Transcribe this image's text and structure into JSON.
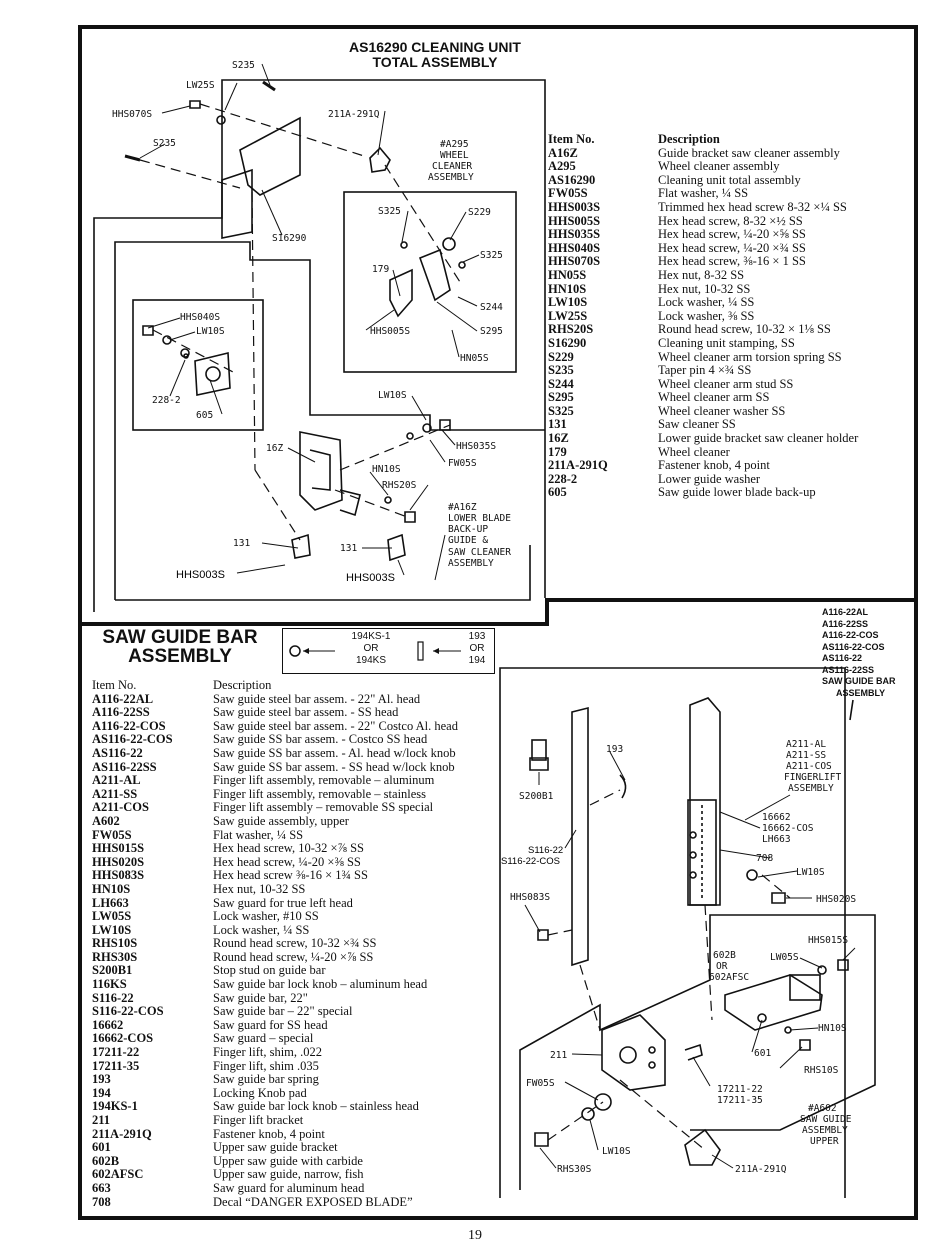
{
  "cleaning_unit": {
    "title_line1": "AS16290 CLEANING UNIT",
    "title_line2": "TOTAL ASSEMBLY",
    "header_item": "Item No.",
    "header_desc": "Description",
    "parts": [
      {
        "item": "A16Z",
        "desc": "Guide bracket saw cleaner assembly"
      },
      {
        "item": "A295",
        "desc": "Wheel cleaner assembly"
      },
      {
        "item": "AS16290",
        "desc": "Cleaning unit total assembly"
      },
      {
        "item": "FW05S",
        "desc": "Flat washer, ¼ SS"
      },
      {
        "item": "HHS003S",
        "desc": "Trimmed hex head screw 8-32 ×¼ SS"
      },
      {
        "item": "HHS005S",
        "desc": "Hex head screw, 8-32 ×½ SS"
      },
      {
        "item": "HHS035S",
        "desc": "Hex head screw, ¼-20 ×⅝ SS"
      },
      {
        "item": "HHS040S",
        "desc": "Hex head screw, ¼-20 ×¾ SS"
      },
      {
        "item": "HHS070S",
        "desc": "Hex head screw, ⅜-16 × 1 SS"
      },
      {
        "item": "HN05S",
        "desc": "Hex nut, 8-32 SS"
      },
      {
        "item": "HN10S",
        "desc": "Hex nut, 10-32 SS"
      },
      {
        "item": "LW10S",
        "desc": "Lock washer, ¼ SS"
      },
      {
        "item": "LW25S",
        "desc": "Lock washer, ⅜ SS"
      },
      {
        "item": "RHS20S",
        "desc": "Round head screw, 10-32 × 1⅛ SS"
      },
      {
        "item": "S16290",
        "desc": "Cleaning unit stamping, SS"
      },
      {
        "item": "S229",
        "desc": "Wheel cleaner arm torsion spring SS"
      },
      {
        "item": "S235",
        "desc": "Taper pin 4 ×¾ SS"
      },
      {
        "item": "S244",
        "desc": "Wheel cleaner arm stud SS"
      },
      {
        "item": "S295",
        "desc": "Wheel cleaner arm SS"
      },
      {
        "item": "S325",
        "desc": "Wheel cleaner washer SS"
      },
      {
        "item": "131",
        "desc": "Saw cleaner SS"
      },
      {
        "item": "16Z",
        "desc": "Lower guide bracket saw cleaner holder"
      },
      {
        "item": "179",
        "desc": "Wheel cleaner"
      },
      {
        "item": "211A-291Q",
        "desc": "Fastener knob, 4 point"
      },
      {
        "item": "228-2",
        "desc": "Lower guide washer"
      },
      {
        "item": "605",
        "desc": "Saw guide lower blade back-up"
      }
    ],
    "diagram_labels": {
      "s235_top": "S235",
      "lw25s": "LW25S",
      "hhs070s": "HHS070S",
      "s235_left": "S235",
      "knob": "211A-291Q",
      "wheel1": "#A295",
      "wheel2": "WHEEL",
      "wheel3": "CLEANER",
      "wheel4": "ASSEMBLY",
      "s16290": "S16290",
      "s325a": "S325",
      "s229": "S229",
      "s325b": "S325",
      "n179": "179",
      "s244": "S244",
      "hhs005s": "HHS005S",
      "s295": "S295",
      "hn05s": "HN05S",
      "hhs040s": "HHS040S",
      "lw10s_a": "LW10S",
      "n228": "228-2",
      "n605": "605",
      "lw10s_b": "LW10S",
      "hhs035s": "HHS035S",
      "fw05s": "FW05S",
      "n16z": "16Z",
      "hn10s": "HN10S",
      "rhs20s": "RHS20S",
      "a16z1": "#A16Z",
      "a16z2": "LOWER BLADE",
      "a16z3": "BACK-UP",
      "a16z4": "GUIDE &",
      "a16z5": "SAW CLEANER",
      "a16z6": "ASSEMBLY",
      "n131a": "131",
      "n131b": "131",
      "hhs003s_a": "HHS003S",
      "hhs003s_b": "HHS003S"
    }
  },
  "saw_guide": {
    "title_line1": "SAW GUIDE BAR",
    "title_line2": "ASSEMBLY",
    "legend": {
      "left_top": "194KS-1",
      "left_mid": "OR",
      "left_bot": "194KS",
      "right_top": "193",
      "right_mid": "OR",
      "right_bot": "194"
    },
    "header_item": "Item No.",
    "header_desc": "Description",
    "parts": [
      {
        "item": "A116-22AL",
        "desc": "Saw guide steel bar assem. - 22\" Al. head"
      },
      {
        "item": "A116-22SS",
        "desc": "Saw guide steel bar assem. - SS head"
      },
      {
        "item": "A116-22-COS",
        "desc": "Saw guide steel bar assem. - 22\" Costco Al. head"
      },
      {
        "item": "AS116-22-COS",
        "desc": "Saw guide SS bar assem. - Costco SS head"
      },
      {
        "item": "AS116-22",
        "desc": "Saw guide SS bar assem. - Al. head w/lock knob"
      },
      {
        "item": "AS116-22SS",
        "desc": "Saw guide SS bar assem. - SS head w/lock knob"
      },
      {
        "item": "A211-AL",
        "desc": "Finger lift assembly, removable – aluminum"
      },
      {
        "item": "A211-SS",
        "desc": "Finger lift assembly, removable – stainless"
      },
      {
        "item": "A211-COS",
        "desc": "Finger lift assembly – removable SS special"
      },
      {
        "item": "A602",
        "desc": "Saw guide assembly, upper"
      },
      {
        "item": "FW05S",
        "desc": "Flat washer, ¼ SS"
      },
      {
        "item": "HHS015S",
        "desc": "Hex head screw, 10-32 ×⅞ SS"
      },
      {
        "item": "HHS020S",
        "desc": "Hex head screw, ¼-20 ×⅜ SS"
      },
      {
        "item": "HHS083S",
        "desc": "Hex head screw ⅜-16 × 1¾ SS"
      },
      {
        "item": "HN10S",
        "desc": "Hex nut, 10-32 SS"
      },
      {
        "item": "LH663",
        "desc": "Saw guard for true left head"
      },
      {
        "item": "LW05S",
        "desc": "Lock washer, #10 SS"
      },
      {
        "item": "LW10S",
        "desc": "Lock washer, ¼ SS"
      },
      {
        "item": "RHS10S",
        "desc": "Round head screw, 10-32 ×¾ SS"
      },
      {
        "item": "RHS30S",
        "desc": "Round head screw, ¼-20 ×⅞ SS"
      },
      {
        "item": "S200B1",
        "desc": "Stop stud on guide bar"
      },
      {
        "item": "116KS",
        "desc": "Saw guide bar lock knob – aluminum head"
      },
      {
        "item": "S116-22",
        "desc": "Saw guide bar, 22\""
      },
      {
        "item": "S116-22-COS",
        "desc": "Saw guide bar – 22\" special"
      },
      {
        "item": "16662",
        "desc": "Saw guard for SS head"
      },
      {
        "item": "16662-COS",
        "desc": "Saw guard – special"
      },
      {
        "item": "17211-22",
        "desc": "Finger lift, shim, .022"
      },
      {
        "item": "17211-35",
        "desc": "Finger lift, shim .035"
      },
      {
        "item": "193",
        "desc": "Saw guide bar spring"
      },
      {
        "item": "194",
        "desc": "Locking Knob pad"
      },
      {
        "item": "194KS-1",
        "desc": "Saw guide bar lock knob – stainless head"
      },
      {
        "item": "211",
        "desc": "Finger lift bracket"
      },
      {
        "item": "211A-291Q",
        "desc": "Fastener knob, 4 point"
      },
      {
        "item": "601",
        "desc": "Upper saw guide bracket"
      },
      {
        "item": "602B",
        "desc": "Upper saw guide with carbide"
      },
      {
        "item": "602AFSC",
        "desc": "Upper saw guide, narrow, fish"
      },
      {
        "item": "663",
        "desc": "Saw guard for aluminum head"
      },
      {
        "item": "708",
        "desc": "Decal “DANGER EXPOSED BLADE”"
      }
    ],
    "assembly_codes": [
      "A116-22AL",
      "A116-22SS",
      "A116-22-COS",
      "AS116-22-COS",
      "AS116-22",
      "AS116-22SS",
      "SAW GUIDE BAR",
      "ASSEMBLY"
    ],
    "diagram_labels": {
      "n193": "193",
      "s200b1": "S200B1",
      "a211a": "A211-AL",
      "a211b": "A211-SS",
      "a211c": "A211-COS",
      "a211d": "FINGERLIFT",
      "a211e": "ASSEMBLY",
      "n16662": "16662",
      "n16662c": "16662-COS",
      "lh663": "LH663",
      "s116": "S116-22",
      "s116c": "S116-22-COS",
      "n708": "708",
      "lw10s": "LW10S",
      "hhs083s": "HHS083S",
      "hhs020s": "HHS020S",
      "hhs015s": "HHS015S",
      "lw05s": "LW05S",
      "n602b": "602B",
      "or1": "OR",
      "n602afsc": "602AFSC",
      "hn10s": "HN10S",
      "n601": "601",
      "rhs10s": "RHS10S",
      "n211": "211",
      "fw05s": "FW05S",
      "n17211a": "17211-22",
      "n17211b": "17211-35",
      "a602a": "#A602",
      "a602b": "SAW GUIDE",
      "a602c": "ASSEMBLY",
      "a602d": "UPPER",
      "lw10s_b": "LW10S",
      "rhs30s": "RHS30S",
      "knob": "211A-291Q"
    }
  },
  "page_number": "19"
}
